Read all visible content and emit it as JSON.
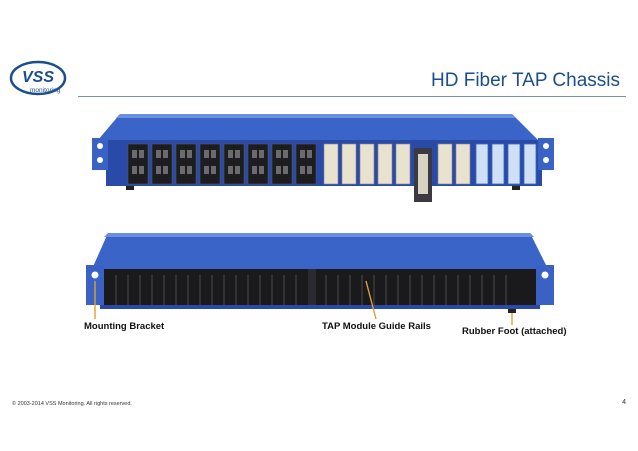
{
  "slide": {
    "title": "HD Fiber TAP Chassis",
    "footer": "© 2003-2014 VSS Monitoring. All rights reserved.",
    "page_number": "4"
  },
  "logo": {
    "main_text": "VSS",
    "sub_text": "monitoring"
  },
  "callouts": {
    "mounting_bracket": "Mounting Bracket",
    "guide_rails": "TAP Module Guide Rails",
    "rubber_foot": "Rubber Foot (attached)"
  },
  "colors": {
    "chassis_blue": "#2f56b8",
    "title_blue": "#1a4e8c",
    "callout_line": "#e0a030"
  }
}
